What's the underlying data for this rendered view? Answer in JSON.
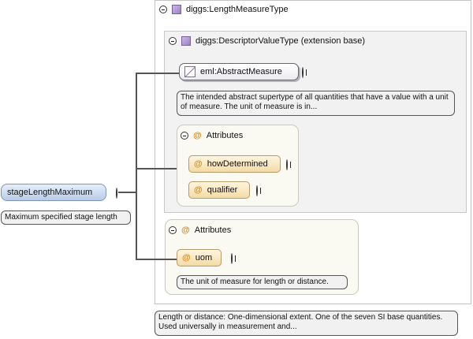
{
  "root": {
    "label": "stageLengthMaximum",
    "doc": "Maximum specified stage length"
  },
  "outer_type": {
    "label": "diggs:LengthMeasureType",
    "doc": "Length or distance: One-dimensional extent. One of the seven SI base quantities. Used universally in measurement and..."
  },
  "inner_type": {
    "label": "diggs:DescriptorValueType (extension base)"
  },
  "abstract_measure": {
    "label": "eml:AbstractMeasure",
    "doc": "The intended abstract supertype of all quantities that have a value with a unit of measure. The unit of measure is in..."
  },
  "attributes_inner": {
    "title": "Attributes",
    "items": [
      "howDetermined",
      "qualifier"
    ]
  },
  "attributes_outer": {
    "title": "Attributes",
    "items": [
      "uom"
    ],
    "doc": "The unit of measure for length or distance."
  },
  "colors": {
    "root_fill": "#b8cce8",
    "attribute_fill": "#f4dba6",
    "attribute_marker": "#d98b1e",
    "type_icon": "#9c80c8",
    "connector": "#555555"
  }
}
